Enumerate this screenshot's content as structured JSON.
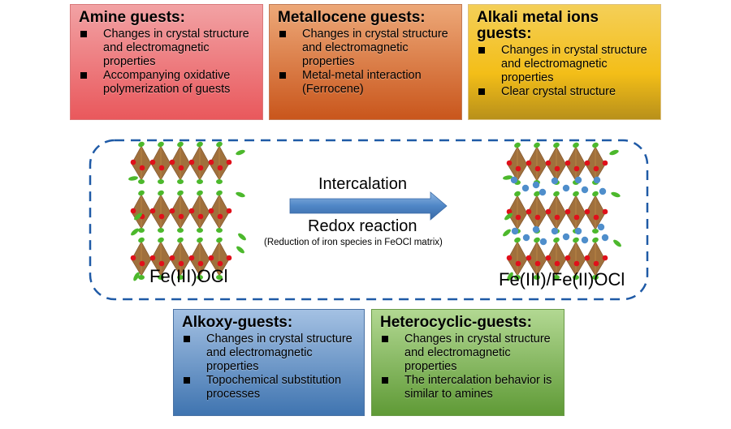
{
  "cards": {
    "amine": {
      "title": "Amine guests:",
      "items": [
        "Changes in crystal structure and electromagnetic properties",
        "Accompanying oxidative polymerization of guests"
      ],
      "color": "#e9585c"
    },
    "metallocene": {
      "title": "Metallocene guests:",
      "items": [
        "Changes in crystal structure and electromagnetic properties",
        "Metal-metal interaction (Ferrocene)"
      ],
      "color": "#c9561c"
    },
    "alkali": {
      "title": "Alkali metal ions guests:",
      "items": [
        "Changes in crystal structure and electromagnetic properties",
        "Clear crystal structure"
      ],
      "color": "#f3be18"
    },
    "alkoxy": {
      "title": "Alkoxy-guests:",
      "items": [
        "Changes in crystal structure and electromagnetic properties",
        "Topochemical substitution processes"
      ],
      "color": "#3f74b0"
    },
    "heterocyclic": {
      "title": "Heterocyclic-guests:",
      "items": [
        "Changes in crystal structure and electromagnetic properties",
        "The intercalation behavior is similar to amines"
      ],
      "color": "#5f9a36"
    }
  },
  "center": {
    "left_structure_label": "Fe(III)OCl",
    "right_structure_label": "Fe(III)/Fe(II)OCl",
    "arrow_top_label": "Intercalation",
    "arrow_bottom_label": "Redox reaction",
    "arrow_note": "(Reduction of iron species in FeOCl matrix)",
    "arrow_color": "#4f86c6",
    "frame_color": "#1f5aa6"
  },
  "legend_colors": {
    "octahedra": "#a0703c",
    "oxygen": "#e0101a",
    "chlorine": "#4cb82c",
    "guest_ion": "#4f8ecb"
  }
}
